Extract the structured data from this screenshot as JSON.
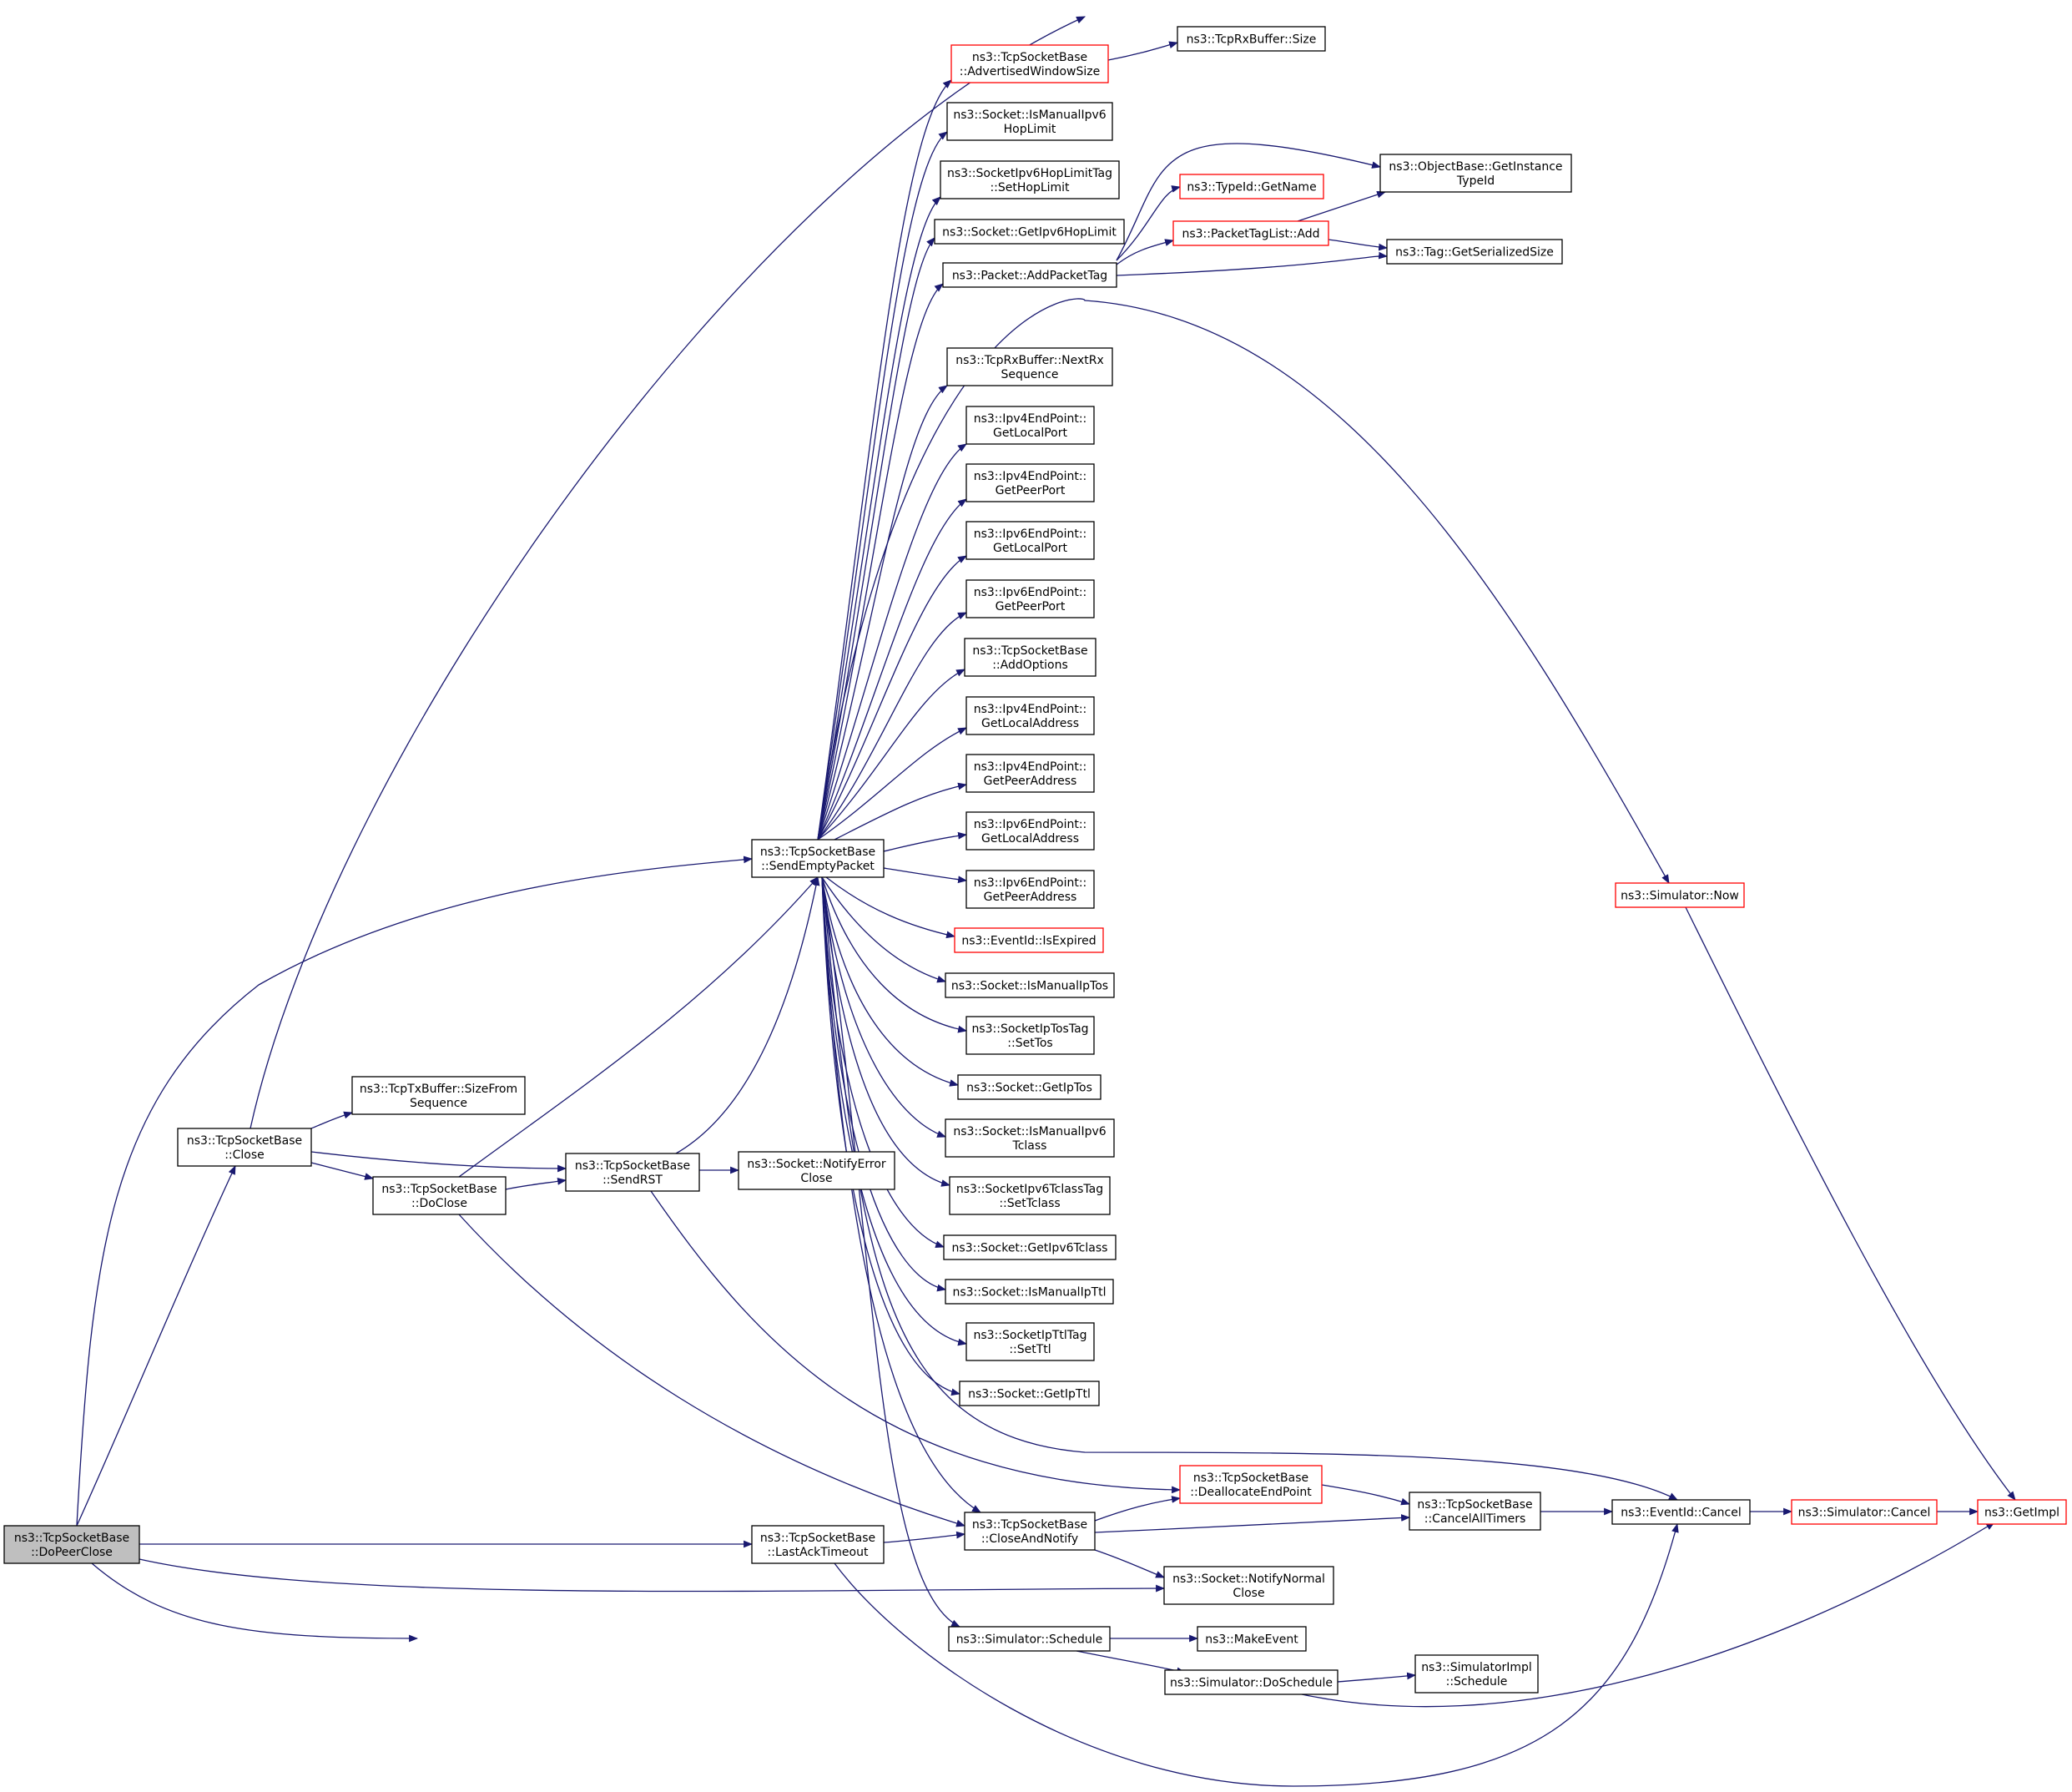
{
  "colors": {
    "edge": "#191970",
    "node_border": "#000000",
    "node_border_truncated": "#ff0000",
    "root_fill": "#bfbfbf",
    "node_fill": "#ffffff"
  },
  "nodes": [
    {
      "id": "root",
      "lines": [
        "ns3::TcpSocketBase",
        "::DoPeerClose"
      ],
      "style": "root"
    },
    {
      "id": "close",
      "lines": [
        "ns3::TcpSocketBase",
        "::Close"
      ],
      "style": "normal"
    },
    {
      "id": "sizefromseq",
      "lines": [
        "ns3::TcpTxBuffer::SizeFrom",
        "Sequence"
      ],
      "style": "normal"
    },
    {
      "id": "doclose",
      "lines": [
        "ns3::TcpSocketBase",
        "::DoClose"
      ],
      "style": "normal"
    },
    {
      "id": "sendrst",
      "lines": [
        "ns3::TcpSocketBase",
        "::SendRST"
      ],
      "style": "normal"
    },
    {
      "id": "notifyerrclose",
      "lines": [
        "ns3::Socket::NotifyError",
        "Close"
      ],
      "style": "normal"
    },
    {
      "id": "sendempty",
      "lines": [
        "ns3::TcpSocketBase",
        "::SendEmptyPacket"
      ],
      "style": "normal"
    },
    {
      "id": "lastack",
      "lines": [
        "ns3::TcpSocketBase",
        "::LastAckTimeout"
      ],
      "style": "normal"
    },
    {
      "id": "advwin",
      "lines": [
        "ns3::TcpSocketBase",
        "::AdvertisedWindowSize"
      ],
      "style": "truncated"
    },
    {
      "id": "rxsize",
      "lines": [
        "ns3::TcpRxBuffer::Size"
      ],
      "style": "normal"
    },
    {
      "id": "ismanualhop",
      "lines": [
        "ns3::Socket::IsManualIpv6",
        "HopLimit"
      ],
      "style": "normal"
    },
    {
      "id": "sethoplimit",
      "lines": [
        "ns3::SocketIpv6HopLimitTag",
        "::SetHopLimit"
      ],
      "style": "normal"
    },
    {
      "id": "gethoplimit",
      "lines": [
        "ns3::Socket::GetIpv6HopLimit"
      ],
      "style": "normal"
    },
    {
      "id": "addpackettag",
      "lines": [
        "ns3::Packet::AddPacketTag"
      ],
      "style": "normal"
    },
    {
      "id": "typeidgetname",
      "lines": [
        "ns3::TypeId::GetName"
      ],
      "style": "truncated"
    },
    {
      "id": "packettaglistadd",
      "lines": [
        "ns3::PacketTagList::Add"
      ],
      "style": "truncated"
    },
    {
      "id": "getinstancetypeid",
      "lines": [
        "ns3::ObjectBase::GetInstance",
        "TypeId"
      ],
      "style": "normal"
    },
    {
      "id": "getserializedsize",
      "lines": [
        "ns3::Tag::GetSerializedSize"
      ],
      "style": "normal"
    },
    {
      "id": "nextrxseq",
      "lines": [
        "ns3::TcpRxBuffer::NextRx",
        "Sequence"
      ],
      "style": "normal"
    },
    {
      "id": "v4localport",
      "lines": [
        "ns3::Ipv4EndPoint::",
        "GetLocalPort"
      ],
      "style": "normal"
    },
    {
      "id": "v4peerport",
      "lines": [
        "ns3::Ipv4EndPoint::",
        "GetPeerPort"
      ],
      "style": "normal"
    },
    {
      "id": "v6localport",
      "lines": [
        "ns3::Ipv6EndPoint::",
        "GetLocalPort"
      ],
      "style": "normal"
    },
    {
      "id": "v6peerport",
      "lines": [
        "ns3::Ipv6EndPoint::",
        "GetPeerPort"
      ],
      "style": "normal"
    },
    {
      "id": "addoptions",
      "lines": [
        "ns3::TcpSocketBase",
        "::AddOptions"
      ],
      "style": "normal"
    },
    {
      "id": "v4localaddr",
      "lines": [
        "ns3::Ipv4EndPoint::",
        "GetLocalAddress"
      ],
      "style": "normal"
    },
    {
      "id": "v4peeraddr",
      "lines": [
        "ns3::Ipv4EndPoint::",
        "GetPeerAddress"
      ],
      "style": "normal"
    },
    {
      "id": "v6localaddr",
      "lines": [
        "ns3::Ipv6EndPoint::",
        "GetLocalAddress"
      ],
      "style": "normal"
    },
    {
      "id": "v6peeraddr",
      "lines": [
        "ns3::Ipv6EndPoint::",
        "GetPeerAddress"
      ],
      "style": "normal"
    },
    {
      "id": "isexpired",
      "lines": [
        "ns3::EventId::IsExpired"
      ],
      "style": "truncated"
    },
    {
      "id": "ismanualtos",
      "lines": [
        "ns3::Socket::IsManualIpTos"
      ],
      "style": "normal"
    },
    {
      "id": "settos",
      "lines": [
        "ns3::SocketIpTosTag",
        "::SetTos"
      ],
      "style": "normal"
    },
    {
      "id": "getiptos",
      "lines": [
        "ns3::Socket::GetIpTos"
      ],
      "style": "normal"
    },
    {
      "id": "ismanualtclass",
      "lines": [
        "ns3::Socket::IsManualIpv6",
        "Tclass"
      ],
      "style": "normal"
    },
    {
      "id": "settclass",
      "lines": [
        "ns3::SocketIpv6TclassTag",
        "::SetTclass"
      ],
      "style": "normal"
    },
    {
      "id": "gettclass",
      "lines": [
        "ns3::Socket::GetIpv6Tclass"
      ],
      "style": "normal"
    },
    {
      "id": "ismanualttl",
      "lines": [
        "ns3::Socket::IsManualIpTtl"
      ],
      "style": "normal"
    },
    {
      "id": "setttl",
      "lines": [
        "ns3::SocketIpTtlTag",
        "::SetTtl"
      ],
      "style": "normal"
    },
    {
      "id": "getipttl",
      "lines": [
        "ns3::Socket::GetIpTtl"
      ],
      "style": "normal"
    },
    {
      "id": "simnow",
      "lines": [
        "ns3::Simulator::Now"
      ],
      "style": "truncated"
    },
    {
      "id": "deallocate",
      "lines": [
        "ns3::TcpSocketBase",
        "::DeallocateEndPoint"
      ],
      "style": "truncated"
    },
    {
      "id": "closeandnotify",
      "lines": [
        "ns3::TcpSocketBase",
        "::CloseAndNotify"
      ],
      "style": "normal"
    },
    {
      "id": "cancelalltimers",
      "lines": [
        "ns3::TcpSocketBase",
        "::CancelAllTimers"
      ],
      "style": "normal"
    },
    {
      "id": "eventcancel",
      "lines": [
        "ns3::EventId::Cancel"
      ],
      "style": "normal"
    },
    {
      "id": "simcancel",
      "lines": [
        "ns3::Simulator::Cancel"
      ],
      "style": "truncated"
    },
    {
      "id": "getimpl",
      "lines": [
        "ns3::GetImpl"
      ],
      "style": "truncated"
    },
    {
      "id": "notifynormal",
      "lines": [
        "ns3::Socket::NotifyNormal",
        "Close"
      ],
      "style": "normal"
    },
    {
      "id": "simschedule",
      "lines": [
        "ns3::Simulator::Schedule"
      ],
      "style": "normal"
    },
    {
      "id": "makeevent",
      "lines": [
        "ns3::MakeEvent"
      ],
      "style": "normal"
    },
    {
      "id": "doschedule",
      "lines": [
        "ns3::Simulator::DoSchedule"
      ],
      "style": "normal"
    },
    {
      "id": "simimplschedule",
      "lines": [
        "ns3::SimulatorImpl",
        "::Schedule"
      ],
      "style": "normal"
    }
  ],
  "edges": [
    [
      "root",
      "close"
    ],
    [
      "root",
      "sendempty"
    ],
    [
      "root",
      "lastack"
    ],
    [
      "root",
      "notifynormal"
    ],
    [
      "root",
      "simschedule"
    ],
    [
      "close",
      "rxsize"
    ],
    [
      "close",
      "sizefromseq"
    ],
    [
      "close",
      "sendrst"
    ],
    [
      "close",
      "doclose"
    ],
    [
      "doclose",
      "sendempty"
    ],
    [
      "doclose",
      "sendrst"
    ],
    [
      "doclose",
      "closeandnotify"
    ],
    [
      "sendrst",
      "sendempty"
    ],
    [
      "sendrst",
      "notifyerrclose"
    ],
    [
      "sendrst",
      "deallocate"
    ],
    [
      "sendempty",
      "advwin"
    ],
    [
      "sendempty",
      "ismanualhop"
    ],
    [
      "sendempty",
      "sethoplimit"
    ],
    [
      "sendempty",
      "gethoplimit"
    ],
    [
      "sendempty",
      "addpackettag"
    ],
    [
      "sendempty",
      "simnow"
    ],
    [
      "sendempty",
      "nextrxseq"
    ],
    [
      "sendempty",
      "v4localport"
    ],
    [
      "sendempty",
      "v4peerport"
    ],
    [
      "sendempty",
      "v6localport"
    ],
    [
      "sendempty",
      "v6peerport"
    ],
    [
      "sendempty",
      "addoptions"
    ],
    [
      "sendempty",
      "v4localaddr"
    ],
    [
      "sendempty",
      "v4peeraddr"
    ],
    [
      "sendempty",
      "v6localaddr"
    ],
    [
      "sendempty",
      "v6peeraddr"
    ],
    [
      "sendempty",
      "isexpired"
    ],
    [
      "sendempty",
      "ismanualtos"
    ],
    [
      "sendempty",
      "settos"
    ],
    [
      "sendempty",
      "getiptos"
    ],
    [
      "sendempty",
      "ismanualtclass"
    ],
    [
      "sendempty",
      "settclass"
    ],
    [
      "sendempty",
      "gettclass"
    ],
    [
      "sendempty",
      "ismanualttl"
    ],
    [
      "sendempty",
      "setttl"
    ],
    [
      "sendempty",
      "getipttl"
    ],
    [
      "sendempty",
      "eventcancel"
    ],
    [
      "sendempty",
      "closeandnotify"
    ],
    [
      "sendempty",
      "simschedule"
    ],
    [
      "advwin",
      "rxsize"
    ],
    [
      "addpackettag",
      "getinstancetypeid"
    ],
    [
      "addpackettag",
      "typeidgetname"
    ],
    [
      "addpackettag",
      "packettaglistadd"
    ],
    [
      "addpackettag",
      "getserializedsize"
    ],
    [
      "packettaglistadd",
      "getinstancetypeid"
    ],
    [
      "packettaglistadd",
      "getserializedsize"
    ],
    [
      "simnow",
      "getimpl"
    ],
    [
      "lastack",
      "closeandnotify"
    ],
    [
      "lastack",
      "eventcancel"
    ],
    [
      "closeandnotify",
      "deallocate"
    ],
    [
      "closeandnotify",
      "cancelalltimers"
    ],
    [
      "closeandnotify",
      "notifynormal"
    ],
    [
      "deallocate",
      "cancelalltimers"
    ],
    [
      "cancelalltimers",
      "eventcancel"
    ],
    [
      "eventcancel",
      "simcancel"
    ],
    [
      "simcancel",
      "getimpl"
    ],
    [
      "simschedule",
      "makeevent"
    ],
    [
      "simschedule",
      "doschedule"
    ],
    [
      "doschedule",
      "simimplschedule"
    ],
    [
      "doschedule",
      "getimpl"
    ]
  ]
}
